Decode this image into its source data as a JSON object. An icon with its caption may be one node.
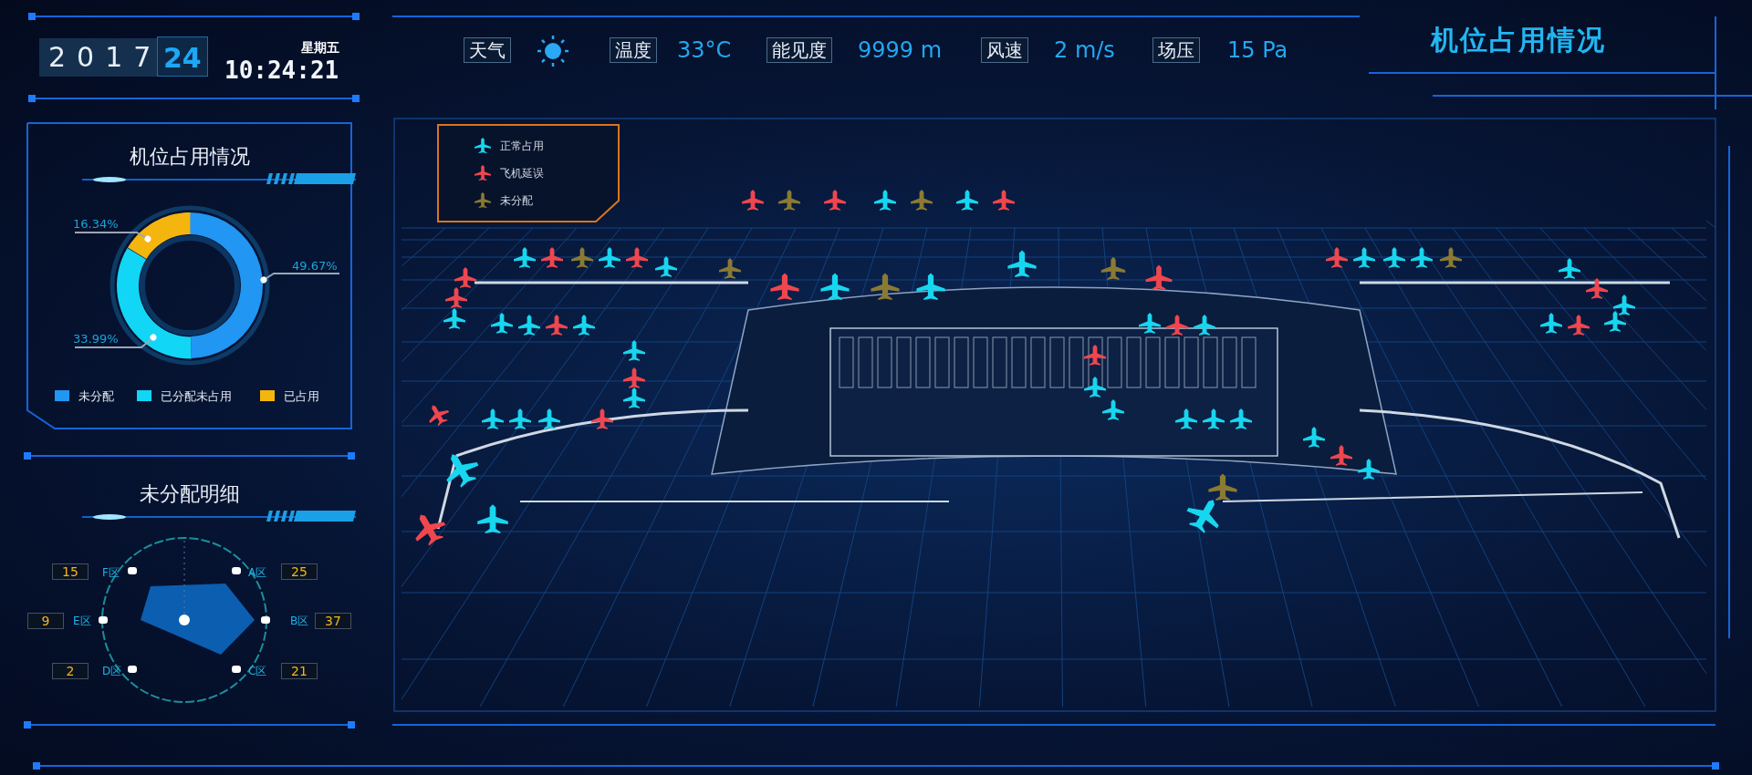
{
  "diagram": {
    "title": "机位占用情况",
    "nodes": [
      {
        "text": [
          "机位占用情况"
        ]
      },
      {
        "text": [
          "未分配明细"
        ]
      },
      {
        "text": [
          "16.34%"
        ]
      },
      {
        "text": [
          "49.67%"
        ]
      },
      {
        "text": [
          "33.99%"
        ]
      },
      {
        "text": [],
        "shape": "arc"
      },
      {
        "text": [],
        "shape": "arc"
      },
      {
        "text": [],
        "shape": "arc"
      }
    ],
    "edges": [
      {
        "from": 2,
        "to": 7,
        "arrow": "other"
      },
      {
        "from": 3,
        "to": 5,
        "arrow": "other"
      },
      {
        "from": 4,
        "to": 6,
        "arrow": "other"
      }
    ],
    "labels": [
      "2017",
      "24",
      "星期五",
      "10:24:21",
      "天气",
      "温度",
      "33°C",
      "能见度",
      "9999 m",
      "风速",
      "2 m/s",
      "场压",
      "15 Pa",
      "15",
      "F区",
      "A区",
      "25",
      "9",
      "E区",
      "B区",
      "37",
      "2",
      "D区",
      "C区",
      "21"
    ],
    "legend": [
      {
        "text": "未分配",
        "color": "#2196f3"
      },
      {
        "text": "已分配未占用",
        "color": "#12d6f5"
      },
      {
        "text": "已占用",
        "color": "#f5b50f"
      },
      {
        "text": "正常占用"
      },
      {
        "text": "飞机延误"
      },
      {
        "text": "未分配"
      }
    ]
  }
}
